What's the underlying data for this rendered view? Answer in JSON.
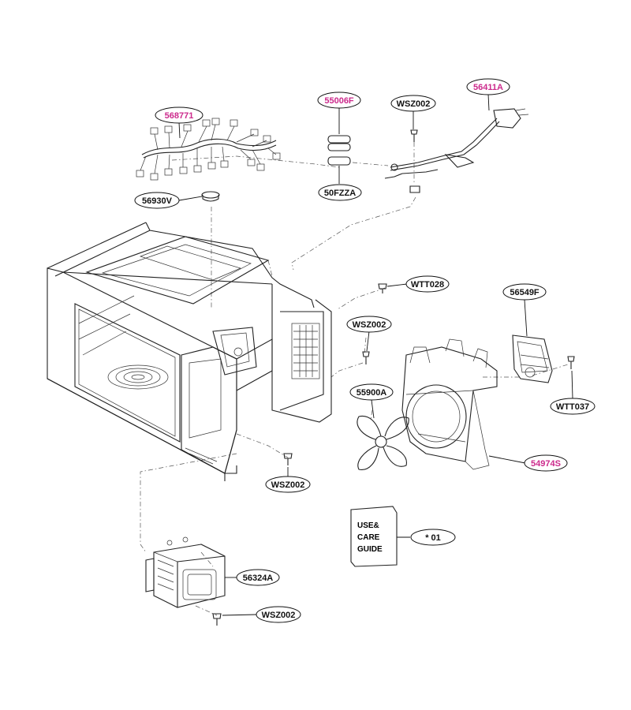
{
  "colors": {
    "standard_label": "#111111",
    "highlight_label": "#cc2a8c",
    "line": "#222222",
    "background": "#ffffff"
  },
  "labels": {
    "p568771": "568771",
    "p55006F": "55006F",
    "pWSZ002_top": "WSZ002",
    "p56411A": "56411A",
    "p56930V": "56930V",
    "p50FZZA": "50FZZA",
    "pWTT028": "WTT028",
    "p56549F": "56549F",
    "pWSZ002_mid": "WSZ002",
    "p55900A": "55900A",
    "pWTT037": "WTT037",
    "p54974S": "54974S",
    "pWSZ002_low": "WSZ002",
    "p01": "* 01",
    "p56324A": "56324A",
    "pWSZ002_bottom": "WSZ002"
  },
  "guide": {
    "line1": "USE&",
    "line2": "CARE",
    "line3": "GUIDE"
  }
}
